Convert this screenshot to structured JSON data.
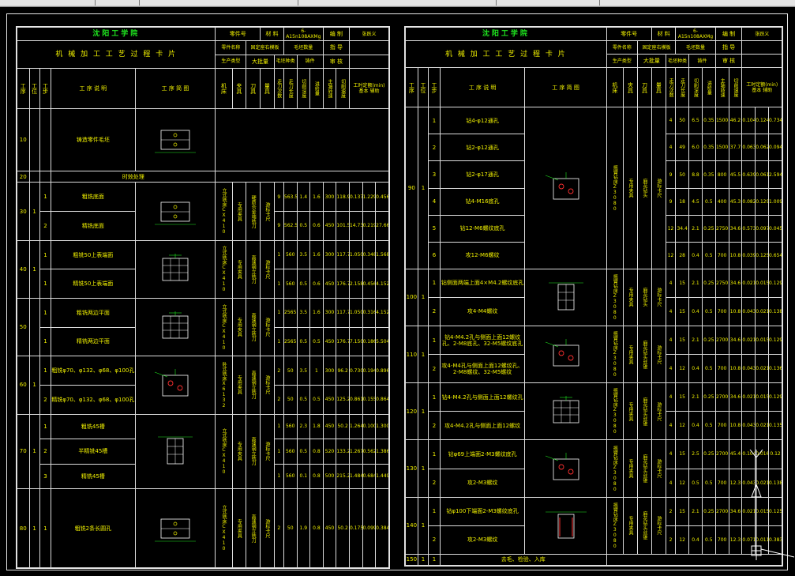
{
  "left": {
    "school": "沈阳工学院",
    "card_title": "机 械 加 工 工 艺 过 程 卡 片",
    "part_no_label": "零件号",
    "part_name_label": "零件名称",
    "part_name_value": "固定座右模板",
    "material_label": "材 料",
    "material_value": "6-A15n108AXMg",
    "edit_label": "编 制",
    "editor": "张跃义",
    "guide_label": "指 导",
    "prod_type_label": "生产类型",
    "prod_type_value": "大批量",
    "blank_type_label": "毛坯种类",
    "blank_type_value": "铸件",
    "review_label": "审 核",
    "blank_qty_label": "毛坯数量",
    "head": {
      "h1": "工序",
      "h2": "工位",
      "h3": "工步",
      "h4": "工 序 说 明",
      "h5": "工 序 简 图",
      "h6": "机床",
      "h7": "夹具",
      "h8": "刀具",
      "h9": "量具",
      "h10": "走刀次数",
      "h11": "走刀长度",
      "h12": "切削深度",
      "h13": "进给量",
      "h14": "主轴转速",
      "h15": "切削速度",
      "h16": "工时定额(min)",
      "h17": "基本",
      "h18": "辅助"
    },
    "ops": [
      {
        "no": "10",
        "step_text": "铸造零件毛坯"
      },
      {
        "no": "20",
        "step_text": "时效处理"
      },
      {
        "no": "30",
        "pos": "1",
        "machine": "立式铣床CX410",
        "fixture": "专用夹具",
        "tool": "硬质合金端铣刀",
        "gauge": "游标卡尺",
        "steps": [
          {
            "s": "1",
            "t": "粗铣底面",
            "v": [
              "9",
              "563.5",
              "1.4",
              "1.6",
              "300",
              "118.9",
              "0.137",
              "1.229",
              "0.456"
            ]
          },
          {
            "s": "2",
            "t": "精铣底面",
            "v": [
              "9",
              "562.5",
              "0.5",
              "0.6",
              "450",
              "101.5",
              "14.735",
              "0.219",
              "27.66"
            ]
          }
        ]
      },
      {
        "no": "40",
        "pos": "1",
        "machine": "立式铣床CX410",
        "fixture": "专用夹具",
        "tool": "高速钢立铣刀",
        "gauge": "游标卡尺",
        "steps": [
          {
            "s": "1",
            "t": "粗铣50上表端面",
            "v": [
              "1",
              "560",
              "3.5",
              "1.6",
              "300",
              "117.7",
              "1.050",
              "0.348",
              "1.568"
            ]
          },
          {
            "s": "1",
            "t": "精铣50上表端面",
            "v": [
              "1",
              "560",
              "0.5",
              "0.6",
              "450",
              "176.7",
              "2.158",
              "0.456",
              "4.152"
            ]
          }
        ]
      },
      {
        "no": "50",
        "pos": "",
        "machine": "立式铣床CX410",
        "fixture": "专用夹具",
        "tool": "高速钢立铣刀",
        "gauge": "游标卡尺",
        "steps": [
          {
            "s": "1",
            "t": "粗铣两边平面",
            "v": [
              "1",
              "2565",
              "3.5",
              "1.6",
              "300",
              "117.7",
              "1.050",
              "0.316",
              "4.152"
            ]
          },
          {
            "s": "1",
            "t": "精铣两边平面",
            "v": [
              "1",
              "2565",
              "0.5",
              "0.5",
              "450",
              "176.7",
              "7.150",
              "0.186",
              "5.504"
            ]
          }
        ]
      },
      {
        "no": "60",
        "pos": "1",
        "machine": "卧式铣床X6132",
        "fixture": "专用夹具",
        "tool": "高速钢立铣刀",
        "gauge": "游标卡尺",
        "steps": [
          {
            "s": "1",
            "t": "粗铣φ70、φ132、φ68、φ100孔",
            "v": [
              "2",
              "50",
              "3.5",
              "1",
              "300",
              "96.2",
              "0.730",
              "0.194",
              "0.896"
            ]
          },
          {
            "s": "2",
            "t": "精铣φ70、φ132、φ68、φ100孔",
            "v": [
              "2",
              "50",
              "0.5",
              "0.5",
              "450",
              "125.2",
              "0.861",
              "0.155",
              "0.864"
            ]
          }
        ]
      },
      {
        "no": "70",
        "pos": "1",
        "machine": "立式铣床CX410",
        "fixture": "专用夹具",
        "tool": "高速钢立铣刀",
        "gauge": "游标卡尺",
        "steps": [
          {
            "s": "1",
            "t": "粗铣45槽",
            "v": [
              "1",
              "560",
              "2.3",
              "1.8",
              "450",
              "50.2",
              "1.264",
              "0.100",
              "1.300"
            ]
          },
          {
            "s": "2",
            "t": "半精铣45槽",
            "v": [
              "1",
              "560",
              "0.5",
              "0.8",
              "520",
              "133.2",
              "1.267",
              "0.562",
              "1.386"
            ]
          },
          {
            "s": "3",
            "t": "精铣45槽",
            "v": [
              "1",
              "560",
              "0.1",
              "0.8",
              "500",
              "215.2",
              "1.484",
              "0.684",
              "1.449"
            ]
          }
        ]
      },
      {
        "no": "80",
        "pos": "1",
        "machine": "立式铣床CX410",
        "fixture": "专用夹具",
        "tool": "高速钢立铣刀",
        "gauge": "游标卡尺",
        "steps": [
          {
            "s": "1",
            "t": "粗铣2条长圆孔",
            "v": [
              "2",
              "50",
              "1.9",
              "0.8",
              "450",
              "50.2",
              "0.175",
              "0.099",
              "0.384"
            ]
          }
        ]
      }
    ]
  },
  "right": {
    "school": "沈阳工学院",
    "card_title": "机 械 加 工 工 艺 过 程 卡 片",
    "part_no_label": "零件号",
    "part_name_label": "零件名称",
    "part_name_value": "固定座右模板",
    "material_label": "材 料",
    "material_value": "6-A15n108AXMg",
    "edit_label": "编 制",
    "editor": "张跃义",
    "guide_label": "指 导",
    "prod_type_label": "生产类型",
    "prod_type_value": "大批量",
    "blank_type_label": "毛坯种类",
    "blank_type_value": "铸件",
    "review_label": "审 核",
    "blank_qty_label": "毛坯数量",
    "head": {
      "h1": "工序",
      "h2": "工位",
      "h3": "工步",
      "h4": "工 序 说 明",
      "h5": "工 序 简 图",
      "h6": "机床",
      "h7": "夹具",
      "h8": "刀具",
      "h9": "量具",
      "h10": "走刀次数",
      "h11": "走刀长度",
      "h12": "切削深度",
      "h13": "进给量",
      "h14": "主轴转速",
      "h15": "切削速度",
      "h16": "工时定额(min)",
      "h17": "基本",
      "h18": "辅助"
    },
    "ops": [
      {
        "no": "90",
        "pos": "1",
        "machine": "摇臂钻床Z3080",
        "fixture": "专用夹具",
        "tool": "麻花钻头",
        "gauge": "游标卡尺",
        "steps": [
          {
            "s": "1",
            "t": "钻4-φ12通孔",
            "v": [
              "4",
              "50",
              "6.5",
              "0.35",
              "1500",
              "46.2",
              "0.104",
              "0.124",
              "0.734"
            ]
          },
          {
            "s": "2",
            "t": "钻2-φ12通孔",
            "v": [
              "4",
              "49",
              "6.0",
              "0.35",
              "1500",
              "37.7",
              "0.063",
              "0.062",
              "0.094"
            ]
          },
          {
            "s": "3",
            "t": "钻2-φ17通孔",
            "v": [
              "9",
              "50",
              "8.8",
              "0.35",
              "800",
              "45.5",
              "0.639",
              "0.061",
              "2.594"
            ]
          },
          {
            "s": "4",
            "t": "钻4-M16底孔",
            "v": [
              "9",
              "18",
              "4.5",
              "0.5",
              "400",
              "45.3",
              "0.082",
              "0.129",
              "1.009"
            ]
          },
          {
            "s": "5",
            "t": "钻12-M6螺纹底孔",
            "v": [
              "12",
              "34.4",
              "2.1",
              "0.25",
              "2750",
              "34.6",
              "0.573",
              "0.097",
              "0.045"
            ]
          },
          {
            "s": "6",
            "t": "攻12-M6螺纹",
            "v": [
              "12",
              "28",
              "0.4",
              "0.5",
              "700",
              "10.8",
              "0.039",
              "0.125",
              "0.654"
            ]
          }
        ]
      },
      {
        "no": "100",
        "pos": "1",
        "machine": "摇臂钻床Z3080",
        "fixture": "专用夹具",
        "tool": "麻花钻头",
        "gauge": "游标卡尺",
        "steps": [
          {
            "s": "1",
            "t": "钻侧面两端上面4×M4.2螺纹底孔",
            "v": [
              "4",
              "15",
              "2.1",
              "0.25",
              "2750",
              "34.6",
              "0.021",
              "0.015",
              "0.129"
            ]
          },
          {
            "s": "2",
            "t": "攻4-M4螺纹",
            "v": [
              "4",
              "15",
              "0.4",
              "0.5",
              "700",
              "10.8",
              "0.043",
              "0.021",
              "0.138"
            ]
          }
        ]
      },
      {
        "no": "110",
        "pos": "1",
        "machine": "摇臂钻床Z3080",
        "fixture": "专用夹具",
        "tool": "麻花钻头丝锥",
        "gauge": "游标卡尺",
        "steps": [
          {
            "s": "1",
            "t": "钻4-M4.2孔与侧面上面12螺纹孔、2-M8底孔、32-M5螺纹底孔",
            "v": [
              "4",
              "15",
              "2.1",
              "0.25",
              "2700",
              "34.6",
              "0.021",
              "0.015",
              "0.129"
            ]
          },
          {
            "s": "2",
            "t": "攻4-M4孔与侧面上面12螺纹孔、2-M8螺纹、32-M5螺纹",
            "v": [
              "4",
              "12",
              "0.4",
              "0.5",
              "700",
              "10.8",
              "0.043",
              "0.021",
              "0.136"
            ]
          }
        ]
      },
      {
        "no": "120",
        "pos": "1",
        "machine": "摇臂钻床Z3080",
        "fixture": "专用夹具",
        "tool": "麻花钻头丝锥",
        "gauge": "游标卡尺",
        "steps": [
          {
            "s": "1",
            "t": "钻4-M4.2孔与侧面上面12螺纹孔",
            "v": [
              "4",
              "15",
              "2.1",
              "0.25",
              "2700",
              "34.6",
              "0.021",
              "0.015",
              "0.129"
            ]
          },
          {
            "s": "2",
            "t": "攻4-M4.2孔与侧面上面12螺纹",
            "v": [
              "4",
              "12",
              "0.4",
              "0.5",
              "700",
              "10.8",
              "0.043",
              "0.021",
              "0.135"
            ]
          }
        ]
      },
      {
        "no": "130",
        "pos": "1",
        "machine": "摇臂钻床Z3080",
        "fixture": "专用夹具",
        "tool": "麻花钻头丝锥",
        "gauge": "游标卡尺",
        "steps": [
          {
            "s": "1",
            "t": "钻φ69上端面2-M3螺纹底孔",
            "v": [
              "4",
              "15",
              "2.5",
              "0.25",
              "2700",
              "45.4",
              "0.104",
              "0.016",
              "0.12"
            ]
          },
          {
            "s": "2",
            "t": "攻2-M3螺纹",
            "v": [
              "4",
              "12",
              "0.5",
              "0.5",
              "700",
              "12.3",
              "0.043",
              "0.021",
              "0.138"
            ]
          }
        ]
      },
      {
        "no": "140",
        "pos": "1",
        "machine": "摇臂钻床Z3080",
        "fixture": "专用夹具",
        "tool": "麻花钻头丝锥",
        "gauge": "游标卡尺",
        "steps": [
          {
            "s": "1",
            "t": "钻φ100下端面2-M3螺纹底孔",
            "v": [
              "2",
              "15",
              "2.1",
              "0.25",
              "2700",
              "34.6",
              "0.021",
              "0.015",
              "0.125"
            ]
          },
          {
            "s": "2",
            "t": "攻2-M3螺纹",
            "v": [
              "2",
              "12",
              "0.4",
              "0.5",
              "700",
              "12.3",
              "0.071",
              "0.011",
              "0.383"
            ]
          }
        ]
      },
      {
        "no": "150",
        "pos": "1",
        "step_s": "1",
        "step_text": "去毛、检验、入库"
      }
    ]
  }
}
